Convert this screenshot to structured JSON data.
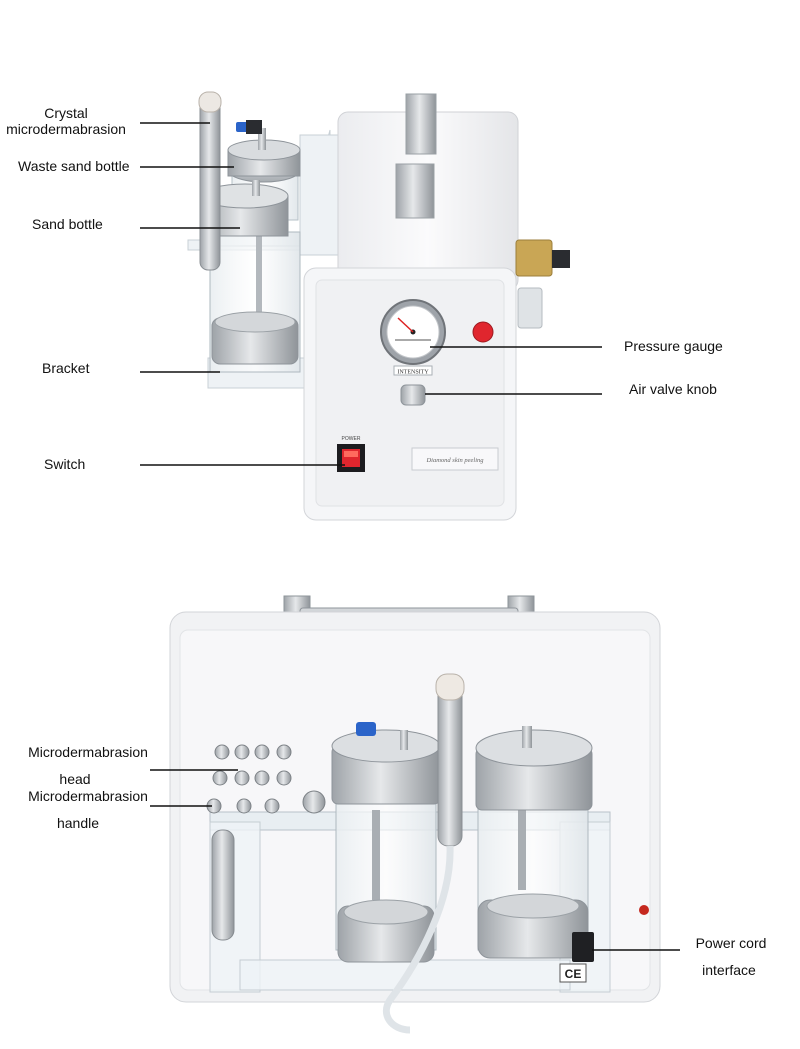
{
  "top_view": {
    "labels": {
      "crystal_line1": "Crystal",
      "crystal_line2": "microdermabrasion",
      "waste_sand_bottle": "Waste sand bottle",
      "sand_bottle": "Sand bottle",
      "bracket": "Bracket",
      "switch": "Switch",
      "pressure_gauge": "Pressure gauge",
      "air_valve_knob": "Air valve knob"
    },
    "device_text": {
      "intensity": "INTENSITY",
      "power": "POWER",
      "script_label": "Diamond skin peeling"
    }
  },
  "bottom_view": {
    "labels": {
      "head_line1": "Microdermabrasion",
      "head_line2": "head",
      "handle_line1": "Microdermabrasion",
      "handle_line2": "handle",
      "power_line1": "Power cord",
      "power_line2": "interface"
    },
    "device_text": {
      "ce_mark": "CE"
    }
  },
  "colors": {
    "body_white": "#f3f3f5",
    "metal": "#b9bdc2",
    "indicator_red": "#e0262e",
    "leader_line": "#111111"
  }
}
